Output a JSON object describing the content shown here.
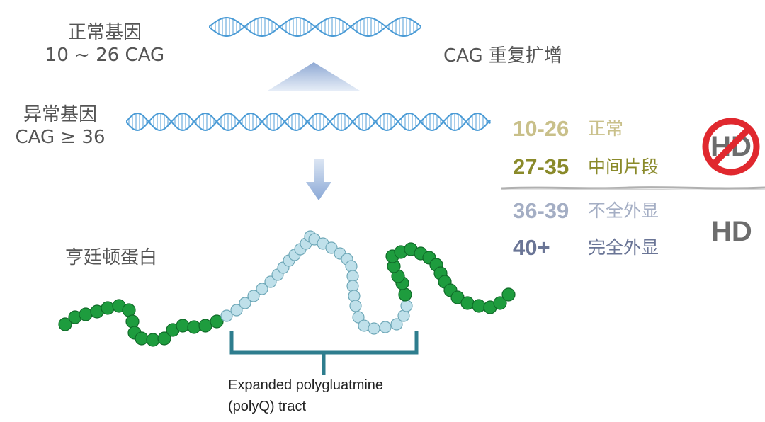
{
  "normal_gene": {
    "title": "正常基因",
    "range": "10 ~ 26 CAG"
  },
  "abnormal_gene": {
    "title": "异常基因",
    "range": "CAG ≥ 36"
  },
  "expansion_label": "CAG 重复扩增",
  "protein_label": "亨廷顿蛋白",
  "tract_label": {
    "line1": "Expanded polygluatmine",
    "line2": "(polyQ) tract"
  },
  "ranges": [
    {
      "value": "10-26",
      "label": "正常",
      "color": "#c9c08a"
    },
    {
      "value": "27-35",
      "label": "中间片段",
      "color": "#8a8a2a"
    },
    {
      "value": "36-39",
      "label": "不全外显",
      "color": "#a4aec4"
    },
    {
      "value": "40+",
      "label": "完全外显",
      "color": "#6a7596"
    }
  ],
  "hd_badge_text": "HD",
  "hd_label": "HD",
  "colors": {
    "dna": "#4a9bd6",
    "bead_green": "#1e9c3e",
    "bead_light": "#bfe0ea",
    "no_sign": "#e0282e",
    "bracket": "#2e7d8e"
  }
}
